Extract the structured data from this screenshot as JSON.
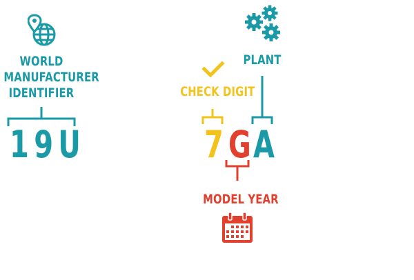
{
  "colors": {
    "teal": "#1a9aa6",
    "yellow": "#f2c31a",
    "red": "#e2402f"
  },
  "wmi": {
    "label_lines": [
      "WORLD",
      "MANUFACTURER",
      "IDENTIFIER"
    ],
    "code": "19U",
    "icon": "globe-pin-icon"
  },
  "check_digit": {
    "label": "CHECK DIGIT",
    "code": "7",
    "icon": "checkmark-icon"
  },
  "model_year": {
    "label": "MODEL YEAR",
    "code": "G",
    "icon": "calendar-icon"
  },
  "plant": {
    "label": "PLANT",
    "code": "A",
    "icon": "gears-icon"
  }
}
